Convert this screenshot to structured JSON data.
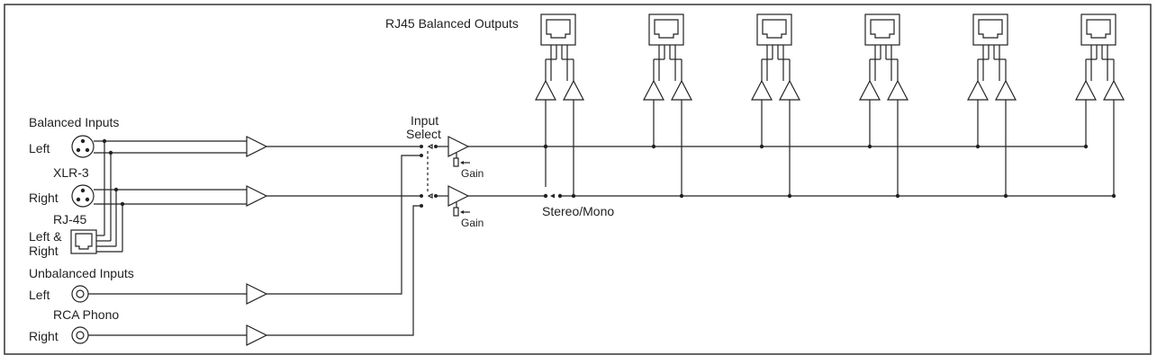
{
  "labels": {
    "outputs_title": "RJ45 Balanced Outputs",
    "balanced_inputs": "Balanced Inputs",
    "left": "Left",
    "xlr3": "XLR-3",
    "right": "Right",
    "rj45": "RJ-45",
    "left_amp": "Left &",
    "right2": "Right",
    "unbalanced_inputs": "Unbalanced Inputs",
    "unbal_left": "Left",
    "rca_phono": "RCA Phono",
    "unbal_right": "Right",
    "input": "Input",
    "select": "Select",
    "gain_top": "Gain",
    "gain_bottom": "Gain",
    "stereo_mono": "Stereo/Mono"
  },
  "icons": {
    "xlr": "xlr-connector-icon",
    "rj45": "rj45-jack-icon",
    "rca": "rca-jack-icon",
    "amp": "amplifier-triangle-icon"
  }
}
